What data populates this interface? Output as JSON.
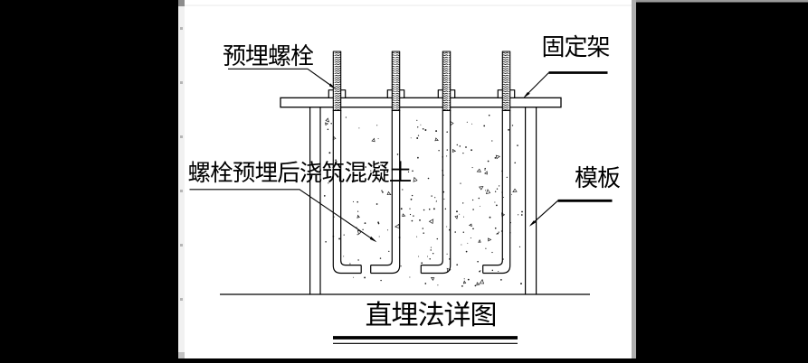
{
  "drawing": {
    "title": "直埋法详图",
    "labels": [
      {
        "name": "embedded-bolt-label",
        "text": "预埋螺栓"
      },
      {
        "name": "fixing-frame-label",
        "text": "固定架"
      },
      {
        "name": "concrete-note-label",
        "text": "螺栓预埋后浇筑混凝土"
      },
      {
        "name": "formwork-label",
        "text": "模板"
      }
    ],
    "bolt_count": 4,
    "colors": {
      "background": "#000000",
      "paper": "#ffffff",
      "line": "#000000",
      "window_edge": "#c8c8c8"
    }
  }
}
